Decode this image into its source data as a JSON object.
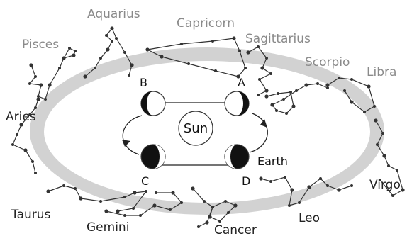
{
  "diagram": {
    "center_label": "Sun",
    "earth_label": "Earth",
    "positions": [
      {
        "label": "A",
        "phase": "light"
      },
      {
        "label": "B",
        "phase": "light"
      },
      {
        "label": "C",
        "phase": "dark"
      },
      {
        "label": "D",
        "phase": "dark"
      }
    ],
    "constellations": [
      {
        "name": "Aquarius",
        "tone": "gray"
      },
      {
        "name": "Capricorn",
        "tone": "gray"
      },
      {
        "name": "Pisces",
        "tone": "gray"
      },
      {
        "name": "Sagittarius",
        "tone": "gray"
      },
      {
        "name": "Scorpio",
        "tone": "gray"
      },
      {
        "name": "Libra",
        "tone": "gray"
      },
      {
        "name": "Aries",
        "tone": "dark"
      },
      {
        "name": "Virgo",
        "tone": "dark"
      },
      {
        "name": "Leo",
        "tone": "dark"
      },
      {
        "name": "Taurus",
        "tone": "dark"
      },
      {
        "name": "Gemini",
        "tone": "dark"
      },
      {
        "name": "Cancer",
        "tone": "dark"
      }
    ],
    "colors": {
      "zodiac_band": "#d2d2d2",
      "gray_label": "#8a8a8a",
      "dark_label": "#222222",
      "star_line": "#333333"
    }
  }
}
